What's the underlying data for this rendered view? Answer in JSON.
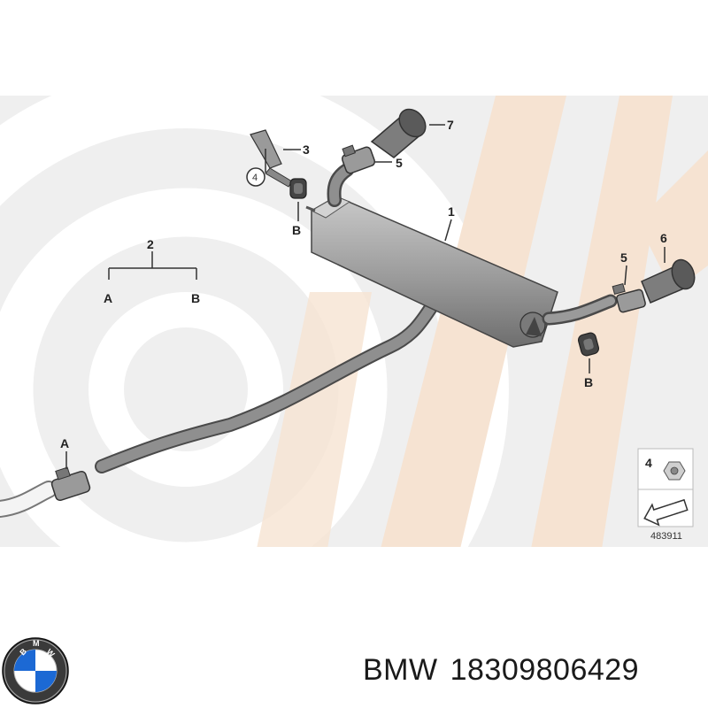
{
  "diagram": {
    "callouts": {
      "c1": "1",
      "c2": "2",
      "c3": "3",
      "c4": "4",
      "c5a": "5",
      "c5b": "5",
      "c6": "6",
      "c7": "7",
      "A_group": "A",
      "B_group": "B",
      "B_upper": "B",
      "B_lower": "B",
      "A_clamp": "A",
      "inset_4": "4",
      "inset_code": "483911"
    }
  },
  "footer": {
    "brand": "BMW",
    "part_number": "18309806429"
  },
  "colors": {
    "watermark_grey": "#e9e9e9",
    "watermark_peach": "#f6e3d2",
    "part_grey": "#8a8a8a",
    "outline": "#3a3a3a"
  },
  "icons": {
    "logo": "bmw-roundel-logo",
    "inset_nut": "flange-nut-icon",
    "inset_arrow": "direction-arrow-icon"
  }
}
